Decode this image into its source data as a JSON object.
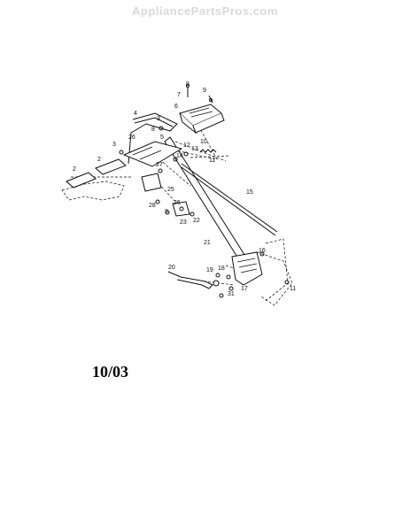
{
  "watermark": "AppliancePartsPros.com",
  "date_code": "10/03",
  "callouts": [
    "2",
    "2",
    "3",
    "3",
    "4",
    "5",
    "6",
    "7",
    "8",
    "8",
    "9",
    "10",
    "11",
    "11",
    "12",
    "13",
    "14",
    "15",
    "16",
    "17",
    "18",
    "19",
    "20",
    "21",
    "22",
    "23",
    "25",
    "26",
    "26",
    "27",
    "28",
    "31"
  ],
  "colors": {
    "ink": "#111111",
    "watermark": "#d9d9d9",
    "background": "#ffffff"
  }
}
